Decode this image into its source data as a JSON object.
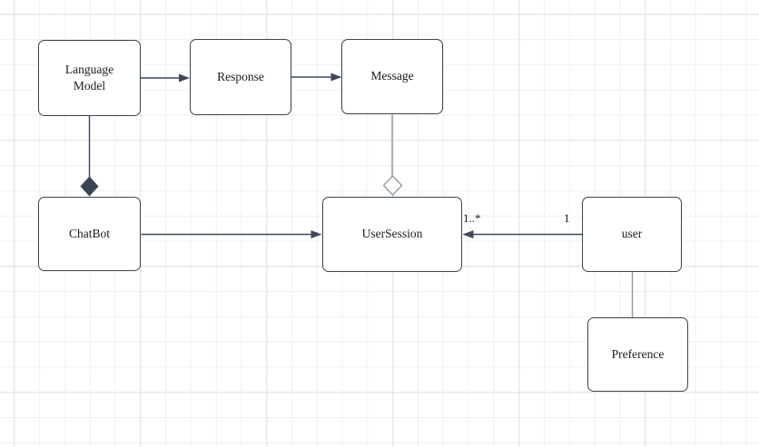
{
  "diagram": {
    "nodes": [
      {
        "id": "language-model",
        "label": "Language Model"
      },
      {
        "id": "response",
        "label": "Response"
      },
      {
        "id": "message",
        "label": "Message"
      },
      {
        "id": "chatbot",
        "label": "ChatBot"
      },
      {
        "id": "user-session",
        "label": "UserSession"
      },
      {
        "id": "user",
        "label": "user"
      },
      {
        "id": "preference",
        "label": "Preference"
      }
    ],
    "edges": [
      {
        "from": "language-model",
        "to": "response",
        "type": "arrow"
      },
      {
        "from": "response",
        "to": "message",
        "type": "arrow"
      },
      {
        "from": "language-model",
        "to": "chatbot",
        "type": "composition"
      },
      {
        "from": "message",
        "to": "user-session",
        "type": "aggregation"
      },
      {
        "from": "chatbot",
        "to": "user-session",
        "type": "arrow"
      },
      {
        "from": "user",
        "to": "user-session",
        "type": "arrow",
        "source_label": "1",
        "target_label": "1..*"
      },
      {
        "from": "user",
        "to": "preference",
        "type": "line"
      }
    ]
  },
  "colors": {
    "canvas_bg": "#ffffff",
    "grid_minor": "#f0f0f0",
    "grid_major": "#e2e2e2",
    "node_fill": "#ffffff",
    "node_border": "#3b4550",
    "dark_edge": "#3f4a56",
    "gray_edge": "#9098a1",
    "text": "#1a1a1a"
  }
}
